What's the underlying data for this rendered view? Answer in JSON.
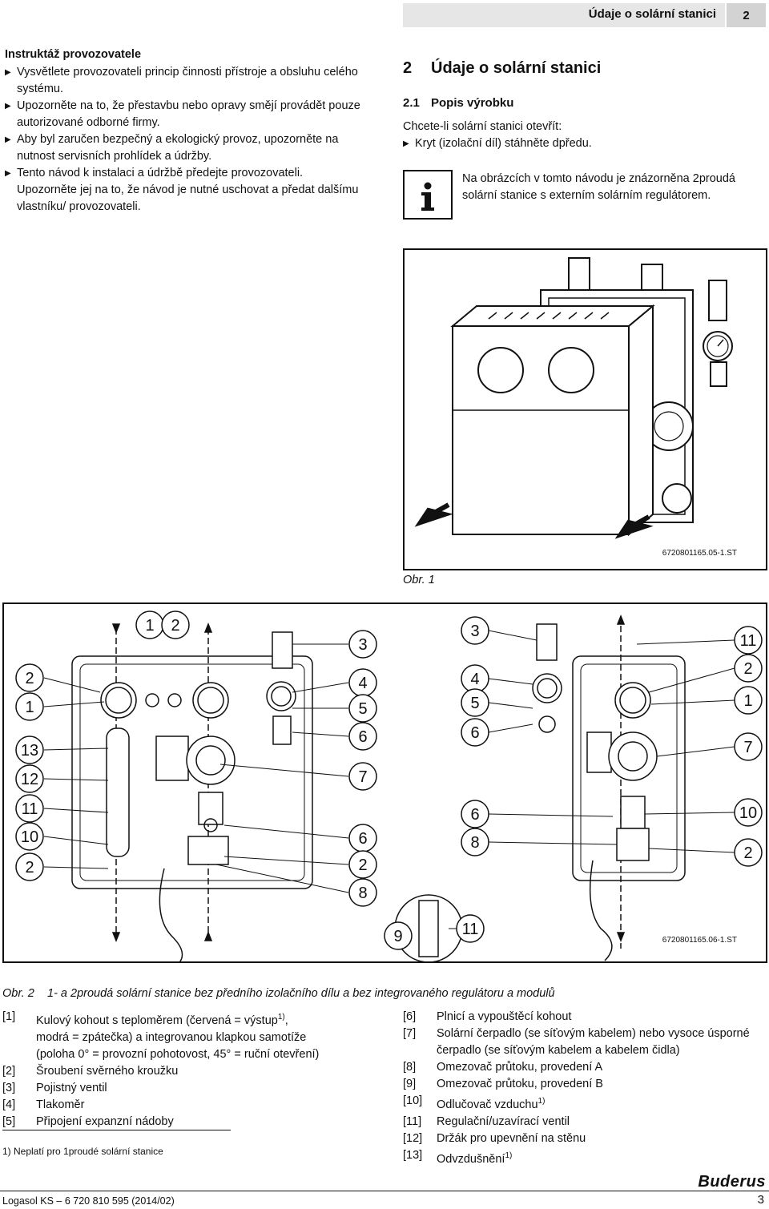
{
  "header": {
    "title": "Údaje o solární stanici",
    "chapter": "2"
  },
  "left": {
    "heading": "Instruktáž provozovatele",
    "bullets": [
      "Vysvětlete provozovateli princip činnosti přístroje a obsluhu celého systému.",
      "Upozorněte na to, že přestavbu nebo opravy smějí provádět pouze autorizované odborné firmy.",
      "Aby byl zaručen bezpečný a ekologický provoz, upozorněte na nutnost servisních prohlídek a údržby.",
      "Tento návod k instalaci a údržbě předejte provozovateli. Upozorněte jej na to, že návod je nutné uschovat a předat dalšímu vlastníku/ provozovateli."
    ]
  },
  "section": {
    "num": "2",
    "title": "Údaje o solární stanici",
    "sub_num": "2.1",
    "sub_title": "Popis výrobku",
    "intro": "Chcete-li solární stanici otevřít:",
    "step": "Kryt (izolační díl) stáhněte dpředu.",
    "info": "Na obrázcích v tomto návodu je znázorněna 2proudá solární stanice s externím solárním regulátorem."
  },
  "figure1": {
    "caption": "Obr. 1",
    "code": "6720801165.05-1.ST"
  },
  "figure2": {
    "caption_label": "Obr. 2",
    "caption_text": "1- a 2proudá solární stanice bez předního izolačního dílu a bez integrovaného regulátoru a modulů",
    "code": "6720801165.06-1.ST",
    "callouts": {
      "top_left": [
        "1",
        "2"
      ],
      "left": [
        "2",
        "1",
        "13",
        "12",
        "11",
        "10",
        "2"
      ],
      "middle": [
        "3",
        "4",
        "5",
        "6",
        "7",
        "6",
        "2",
        "8"
      ],
      "detail": [
        "9",
        "11"
      ],
      "right_left": [
        "3",
        "4",
        "5",
        "6",
        "6",
        "8"
      ],
      "right_right": [
        "11",
        "2",
        "1",
        "7",
        "10",
        "2"
      ]
    }
  },
  "legend": {
    "left": [
      {
        "key": "[1]",
        "text": "Kulový kohout s teploměrem (červená = výstup",
        "sup": "1)",
        "tail": ","
      },
      {
        "key": "",
        "text": "modrá = zpátečka) a integrovanou klapkou samotíže"
      },
      {
        "key": "",
        "text": "(poloha 0° = provozní pohotovost, 45° = ruční otevření)"
      },
      {
        "key": "[2]",
        "text": "Šroubení svěrného kroužku"
      },
      {
        "key": "[3]",
        "text": "Pojistný ventil"
      },
      {
        "key": "[4]",
        "text": "Tlakoměr"
      },
      {
        "key": "[5]",
        "text": "Připojení expanzní nádoby"
      }
    ],
    "right": [
      {
        "key": "[6]",
        "text": "Plnicí a vypouštěcí kohout"
      },
      {
        "key": "[7]",
        "text": "Solární čerpadlo (se síťovým kabelem) nebo vysoce úsporné"
      },
      {
        "key": "",
        "text": "čerpadlo (se síťovým kabelem a kabelem čidla)"
      },
      {
        "key": "[8]",
        "text": "Omezovač průtoku, provedení A"
      },
      {
        "key": "[9]",
        "text": "Omezovač průtoku, provedení B"
      },
      {
        "key": "[10]",
        "text": "Odlučovač vzduchu",
        "sup": "1)"
      },
      {
        "key": "[11]",
        "text": "Regulační/uzavírací ventil"
      },
      {
        "key": "[12]",
        "text": "Držák pro upevnění na stěnu"
      },
      {
        "key": "[13]",
        "text": "Odvzdušnění",
        "sup": "1)"
      }
    ],
    "footnote": "1) Neplatí pro 1proudé solární stanice"
  },
  "footer": {
    "doc": "Logasol KS – 6 720 810 595 (2014/02)",
    "page": "3",
    "brand": "Buderus"
  }
}
